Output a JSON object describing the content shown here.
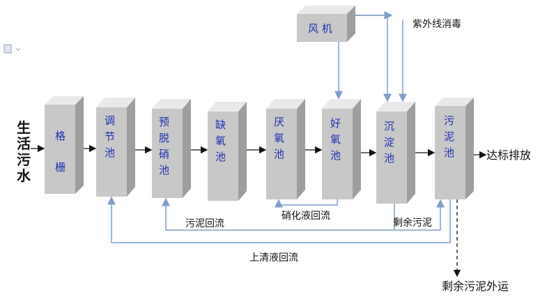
{
  "input_label": [
    "生",
    "活",
    "污",
    "水"
  ],
  "units": [
    {
      "id": "grid",
      "chars": [
        "格",
        "栅"
      ]
    },
    {
      "id": "regulating",
      "chars": [
        "调",
        "节",
        "池"
      ]
    },
    {
      "id": "pre-denitrification",
      "chars": [
        "预",
        "脱",
        "硝",
        "池"
      ]
    },
    {
      "id": "anoxic",
      "chars": [
        "缺",
        "氧",
        "池"
      ]
    },
    {
      "id": "anaerobic",
      "chars": [
        "厌",
        "氧",
        "池"
      ]
    },
    {
      "id": "aerobic",
      "chars": [
        "好",
        "氧",
        "池"
      ]
    },
    {
      "id": "sedimentation",
      "chars": [
        "沉",
        "淀",
        "池"
      ]
    },
    {
      "id": "sludge",
      "chars": [
        "污",
        "泥",
        "池"
      ]
    }
  ],
  "blower": "风 机",
  "uv_label": "紫外线消毒",
  "discharge_label": "达标排放",
  "returns": {
    "sludge_return": "污泥回流",
    "nitrate_return": "硝化液回流",
    "excess_sludge": "剩余污泥",
    "supernatant_return": "上清液回流",
    "sludge_out": "剩余污泥外运"
  },
  "colors": {
    "box_front": "#c8c8c8",
    "box_top": "#e9e9e9",
    "box_side": "#9e9e9e",
    "line": "#7fa0c8",
    "label": "#1f2fb0"
  }
}
